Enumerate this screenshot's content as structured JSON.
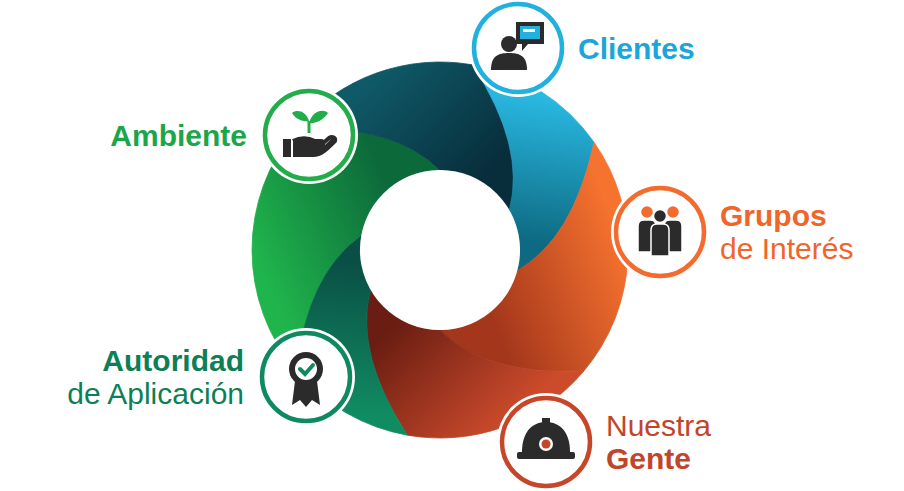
{
  "diagram": {
    "nodes": [
      {
        "text": [
          "Clientes"
        ]
      },
      {
        "text": [
          "Ambiente"
        ]
      },
      {
        "text": [
          "Grupos",
          "de Interés"
        ]
      },
      {
        "text": [
          "Autoridad",
          "de Aplicación"
        ]
      },
      {
        "text": [
          "Nuestra",
          "Gente"
        ]
      }
    ]
  }
}
